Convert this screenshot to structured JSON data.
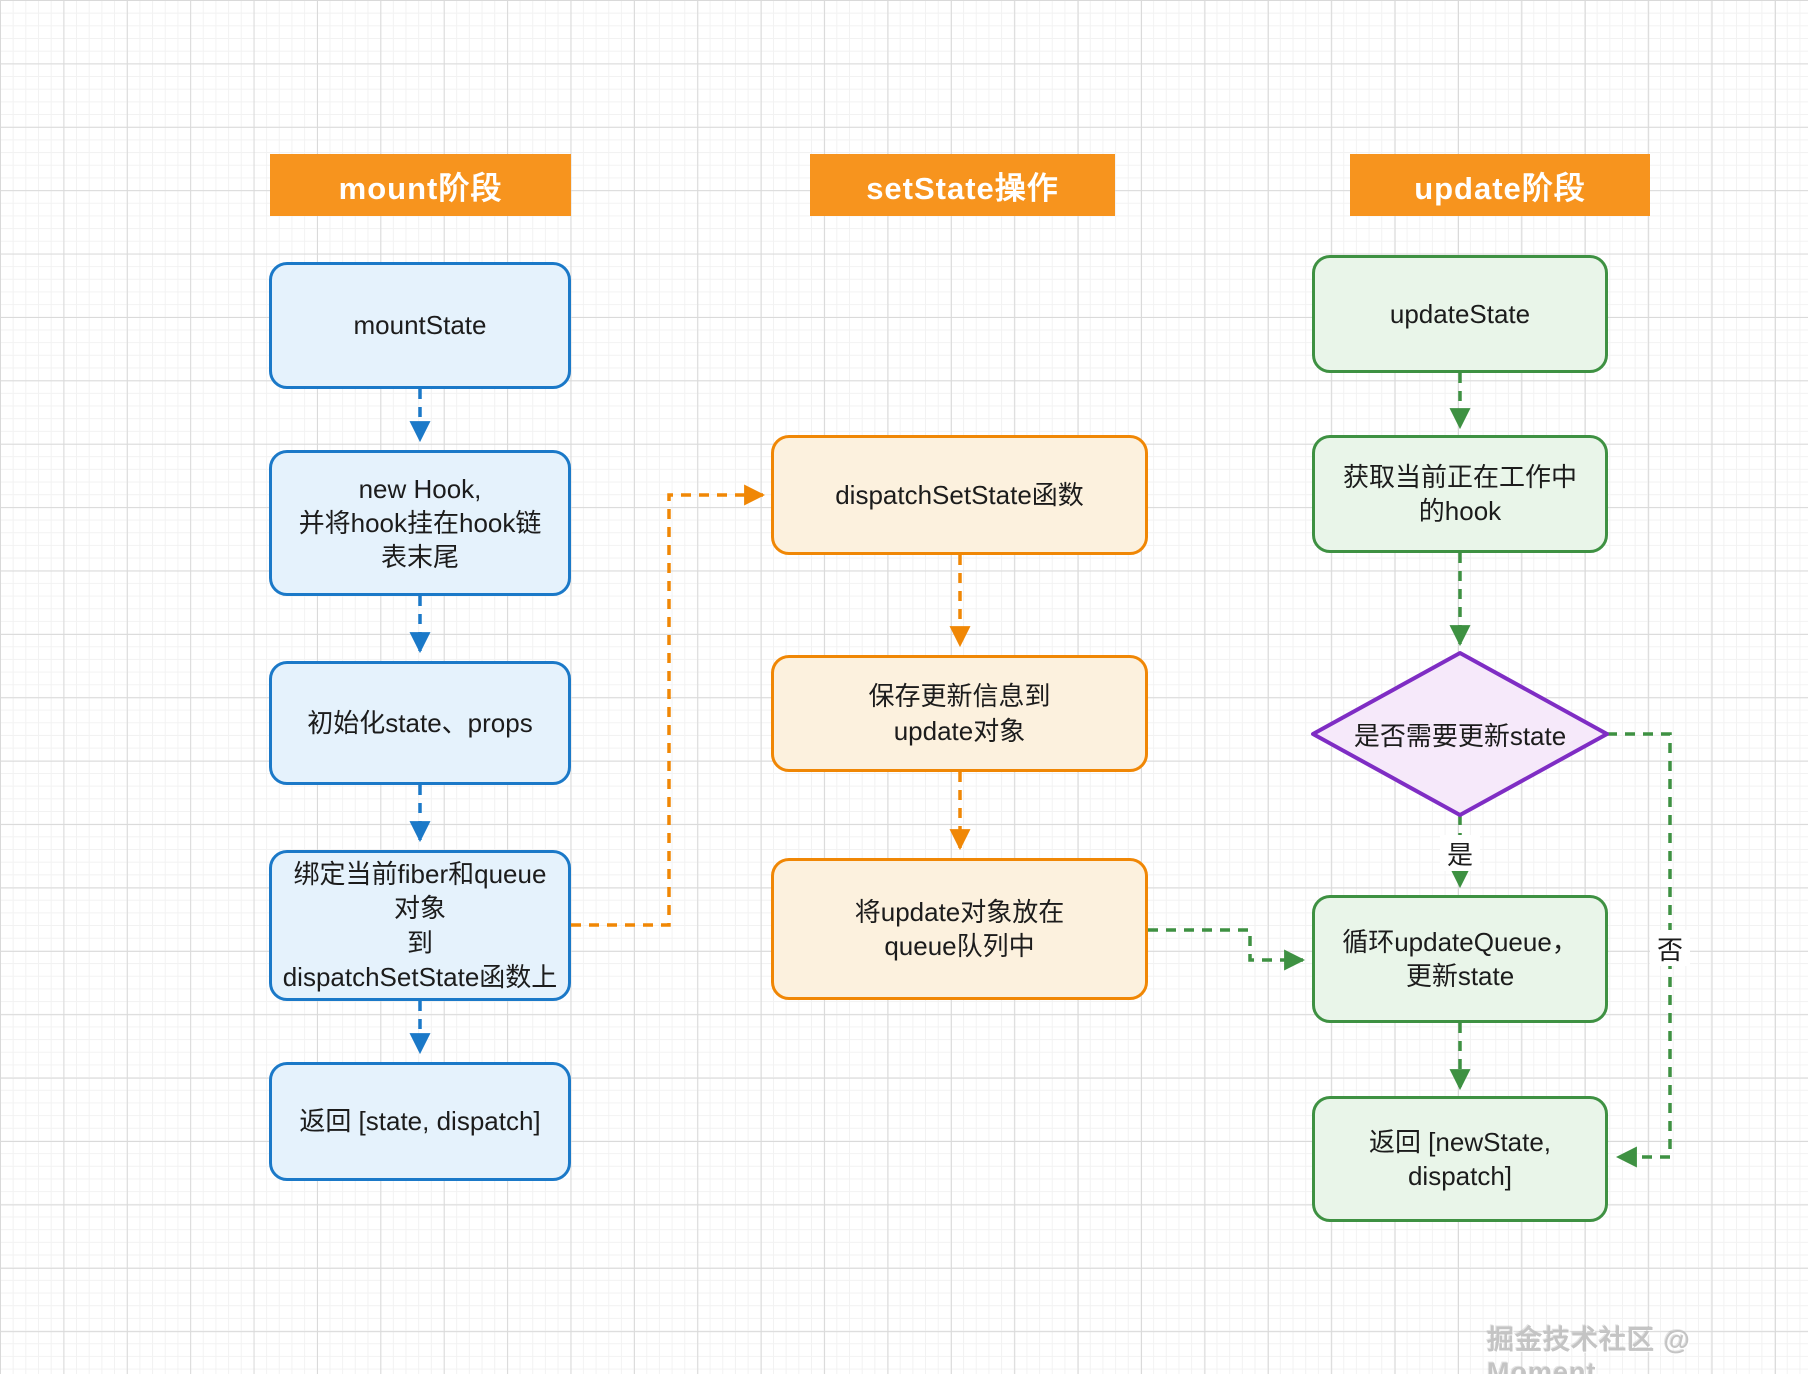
{
  "colors": {
    "header-bg": "#F7941E",
    "header-text": "#FFFFFF",
    "blue-border": "#1B79C8",
    "blue-fill": "#E5F2FC",
    "orange-border": "#F08705",
    "orange-fill": "#FCF1DE",
    "green-border": "#3E9142",
    "green-fill": "#E9F5E9",
    "purple-border": "#7F2DC4",
    "purple-fill": "#F6E9FA",
    "node-text": "#1C1C1C",
    "label-text": "#1C1C1C",
    "watermark": "#C4C4C4",
    "grid-major": "#D9D9D9",
    "grid-minor": "#F2F2F2"
  },
  "columns": {
    "mount": {
      "title": "mount阶段",
      "nodes": [
        {
          "text": "mountState"
        },
        {
          "text": "new Hook,\n并将hook挂在hook链\n表末尾"
        },
        {
          "text": "初始化state、props"
        },
        {
          "text": "绑定当前fiber和queue对象\n到\ndispatchSetState函数上"
        },
        {
          "text": "返回 [state, dispatch]"
        }
      ]
    },
    "setstate": {
      "title": "setState操作",
      "nodes": [
        {
          "text": "dispatchSetState函数"
        },
        {
          "text": "保存更新信息到\nupdate对象"
        },
        {
          "text": "将update对象放在\nqueue队列中"
        }
      ]
    },
    "update": {
      "title": "update阶段",
      "nodes": [
        {
          "text": "updateState"
        },
        {
          "text": "获取当前正在工作中\n的hook"
        },
        {
          "text": "是否需要更新state"
        },
        {
          "text": "循环updateQueue，\n更新state"
        },
        {
          "text": "返回 [newState, dispatch]"
        }
      ]
    }
  },
  "edge_labels": {
    "yes": "是",
    "no": "否"
  },
  "watermark": "掘金技术社区 @ Moment"
}
